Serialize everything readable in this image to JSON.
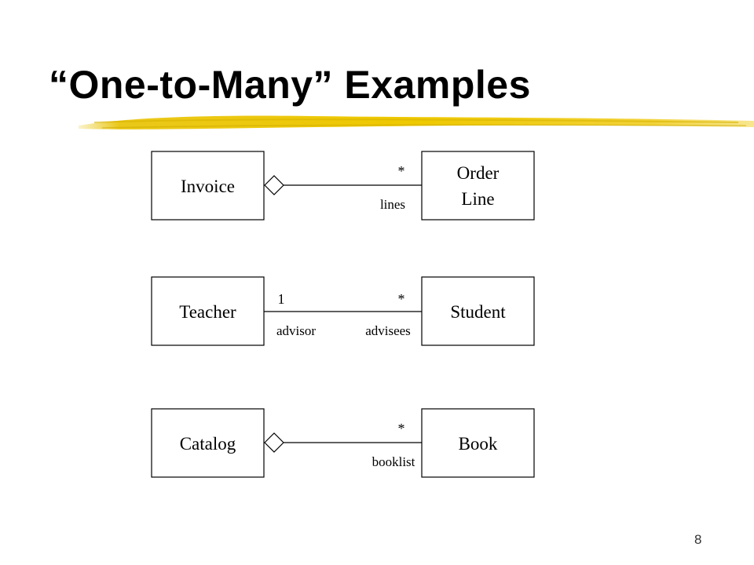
{
  "slide": {
    "title": "“One-to-Many” Examples",
    "page_number": "8",
    "accent_color": "#E8C200"
  },
  "diagram": {
    "rows": [
      {
        "left_class": "Invoice",
        "right_class_lines": [
          "Order",
          "Line"
        ],
        "aggregation_diamond": true,
        "right_multiplicity": "*",
        "right_role": "lines"
      },
      {
        "left_class": "Teacher",
        "right_class_lines": [
          "Student"
        ],
        "aggregation_diamond": false,
        "left_multiplicity": "1",
        "left_role": "advisor",
        "right_multiplicity": "*",
        "right_role": "advisees"
      },
      {
        "left_class": "Catalog",
        "right_class_lines": [
          "Book"
        ],
        "aggregation_diamond": true,
        "right_multiplicity": "*",
        "right_role": "booklist"
      }
    ]
  }
}
